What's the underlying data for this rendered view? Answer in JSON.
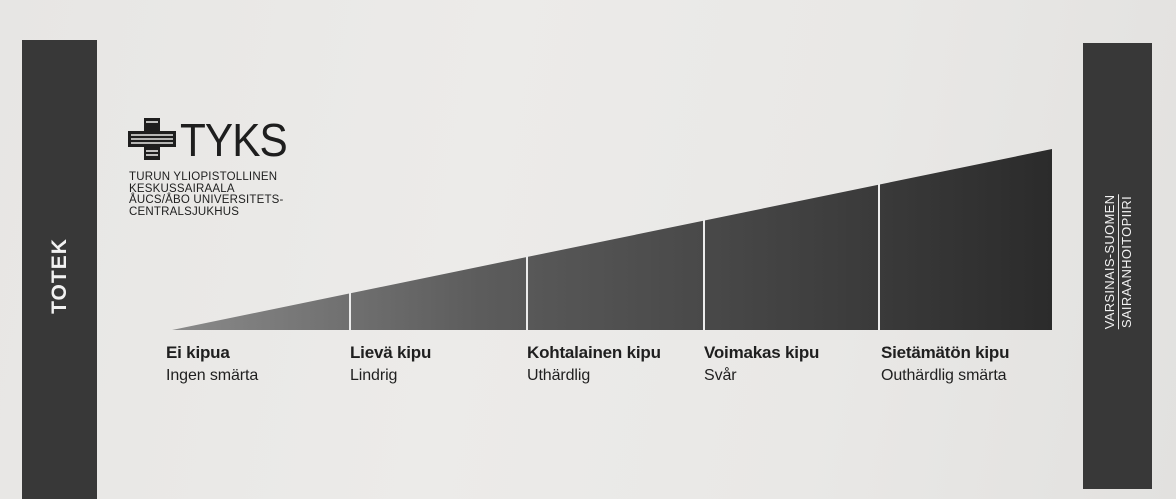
{
  "left_band": {
    "text": "TOTEK"
  },
  "right_band": {
    "line1": "VARSINAIS-SUOMEN",
    "line2": "SAIRAANHOITOPIIRI"
  },
  "logo": {
    "wordmark": "TYKS",
    "org_lines": [
      "TURUN YLIOPISTOLLINEN",
      "KESKUSSAIRAALA",
      "ÅUCS/ÅBO UNIVERSITETS-",
      "CENTRALSJUKHUS"
    ]
  },
  "scale": {
    "levels": [
      {
        "fi": "Ei kipua",
        "sv": "Ingen smärta"
      },
      {
        "fi": "Lievä kipu",
        "sv": "Lindrig"
      },
      {
        "fi": "Kohtalainen kipu",
        "sv": "Uthärdlig"
      },
      {
        "fi": "Voimakas kipu",
        "sv": "Svår"
      },
      {
        "fi": "Sietämätön kipu",
        "sv": "Outhärdlig smärta"
      }
    ]
  },
  "colors": {
    "band": "#383838",
    "wedge_light": "#8a8a8a",
    "wedge_dark": "#2b2b2b",
    "paper": "#e9e8e6"
  }
}
